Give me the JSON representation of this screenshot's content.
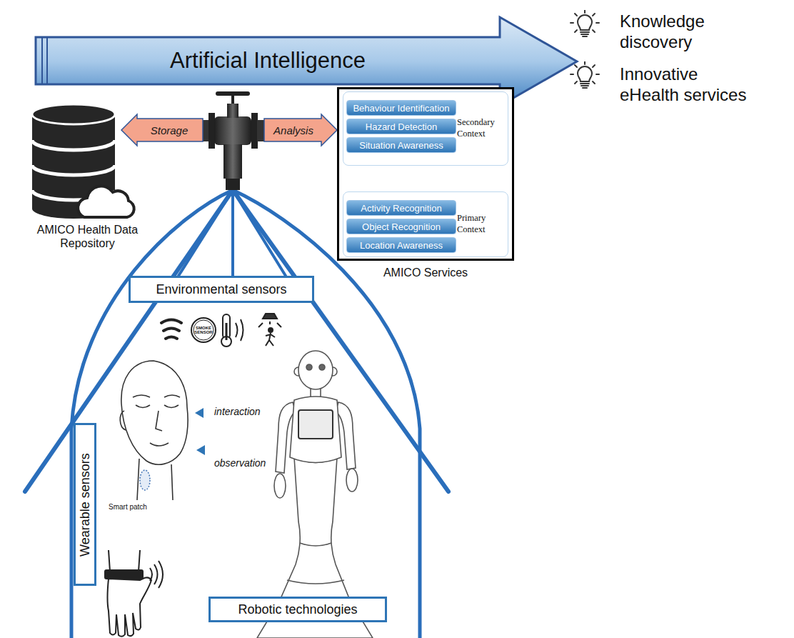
{
  "diagram": {
    "nodes": [
      {
        "text": [
          "Artificial Intelligence"
        ]
      },
      {
        "text": [
          "Storage"
        ]
      },
      {
        "text": [
          "Analysis"
        ]
      },
      {
        "text": [
          "AMICO Services"
        ]
      },
      {
        "text": [
          "Secondary Context"
        ],
        "in": 3
      },
      {
        "text": [
          "Behaviour Identification"
        ],
        "in": 4
      },
      {
        "text": [
          "Hazard Detection"
        ],
        "in": 4
      },
      {
        "text": [
          "Situation Awareness"
        ],
        "in": 4
      },
      {
        "text": [
          "Primary Context"
        ],
        "in": 3
      },
      {
        "text": [
          "Activity Recognition"
        ],
        "in": 8
      },
      {
        "text": [
          "Object Recognition"
        ],
        "in": 8
      },
      {
        "text": [
          "Location Awareness"
        ],
        "in": 8
      },
      {
        "text": [
          "Environmental sensors"
        ]
      },
      {
        "text": [
          "Wearable sensors"
        ]
      },
      {
        "text": [
          "Robotic technologies"
        ]
      }
    ],
    "edges": [
      {
        "from": 8,
        "to": 4,
        "arrow": "to"
      }
    ],
    "labels": [
      "Knowledge discovery",
      "Innovative eHealth services",
      "AMICO Health Data Repository",
      "SMOKE SENSOR",
      "interaction",
      "observation",
      "Smart patch"
    ]
  }
}
